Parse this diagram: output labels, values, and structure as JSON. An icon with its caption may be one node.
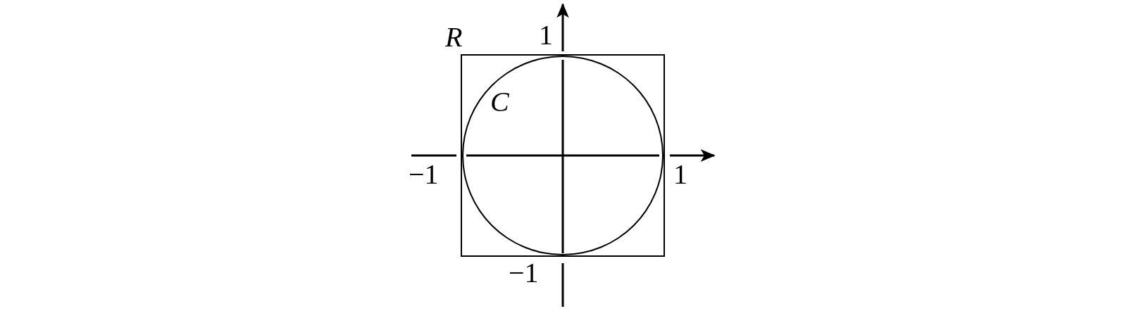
{
  "diagram": {
    "nodes": [
      {
        "text": [
          "R"
        ]
      },
      {
        "text": [
          "C"
        ],
        "in": 0
      }
    ],
    "labels": [
      "1",
      "−1",
      "1",
      "−1"
    ]
  }
}
